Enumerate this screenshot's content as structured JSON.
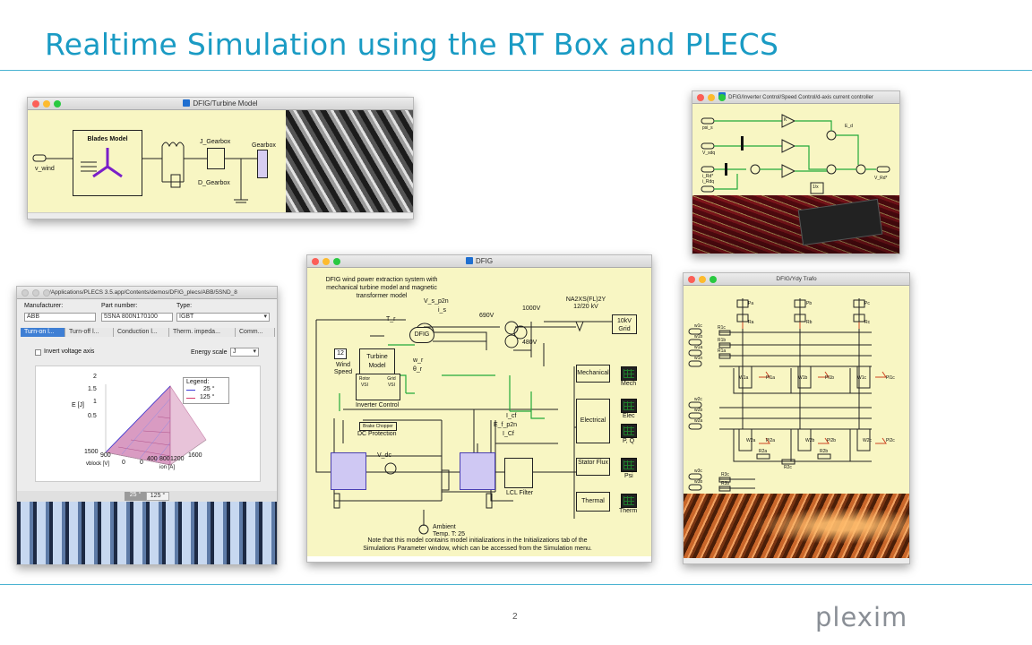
{
  "slide": {
    "title": "Realtime Simulation using the RT Box and PLECS",
    "page_number": "2",
    "logo": "plexim",
    "accent_color": "#1a9bc4"
  },
  "turbine_window": {
    "title": "DFIG/Turbine Model",
    "labels": {
      "v_wind": "v_wind",
      "blades_model": "Blades Model",
      "j_gearbox": "J_Gearbox",
      "gearbox": "Gearbox",
      "d_gearbox": "D_Gearbox"
    }
  },
  "controller_window": {
    "title": "DFIG/Inverter Control/Speed Control/d-axis current controller",
    "labels": {
      "psi_s": "psi_s",
      "v_sdq": "V_sdq",
      "i_rd": "i_Rd*",
      "i_rdq": "i_Rdq",
      "e_d": "E_d",
      "v_rd": "V_Rd*",
      "inv": "1/x",
      "gain": "K"
    }
  },
  "plecs_window": {
    "title": "/Applications/PLECS 3.5.app/Contents/demos/DFIG_plecs/ABB/5SND_8",
    "manufacturer_label": "Manufacturer:",
    "manufacturer_value": "ABB",
    "part_label": "Part number:",
    "part_value": "5SNA 800N170100",
    "type_label": "Type:",
    "type_value": "IGBT",
    "tabs": [
      "Turn-on l...",
      "Turn-off l...",
      "Conduction l...",
      "Therm. impeda...",
      "Comm..."
    ],
    "invert_label": "Invert voltage axis",
    "energy_scale_label": "Energy scale",
    "energy_scale_value": "J",
    "legend_title": "Legend:",
    "legend_items": [
      {
        "label": "25 °",
        "color": "#3a3ad6"
      },
      {
        "label": "125 °",
        "color": "#d63a6a"
      }
    ],
    "z_axis_label": "E [J]",
    "z_ticks": [
      "2",
      "1.5",
      "1",
      "0.5"
    ],
    "v_ticks": [
      "1500",
      "900",
      "0"
    ],
    "v_axis_label": "vblock [V]",
    "i_ticks": [
      "0",
      "400",
      "800",
      "1200",
      "1600"
    ],
    "i_axis_label": "ion [A]",
    "temp_buttons": [
      "25 °",
      "125 °"
    ]
  },
  "dfig_window": {
    "title": "DFIG",
    "description": "DFIG wind power extraction system with mechanical turbine model and magnetic transformer model",
    "labels": {
      "wind_speed_value": "12",
      "wind_speed": "Wind Speed",
      "turbine_model": "Turbine Model",
      "dfig": "DFIG",
      "w_r": "w_r",
      "theta_r": "θ_r",
      "t_r": "T_r",
      "v_s_p2n": "V_s_p2n",
      "i_s": "i_s",
      "v690": "690V",
      "v1000": "1000V",
      "v480": "480V",
      "cable": "NA2XS(FL)2Y 12/20 kV",
      "grid": "10kV Grid",
      "rotor_vsi": "Rotor VSI",
      "grid_vsi": "Grid VSI",
      "inverter_control": "Inverter Control",
      "brake_chopper": "Brake Chopper",
      "dc_protection": "DC Protection",
      "v_dc": "V_dc",
      "i_cf": "I_cf",
      "e_f_p2n": "E_f_p2n",
      "i_cf2": "I_Cf",
      "lcl_filter": "LCL Filter",
      "ambient": "Ambient Temp. T: 25",
      "note": "Note that this model contains model initializations in the Initializations tab of the Simulations Parameter window, which can be accessed from the Simulation menu."
    },
    "scopes": [
      {
        "box": "Mechanical",
        "label": "Mech"
      },
      {
        "box": "Electrical",
        "label": "Elec"
      },
      {
        "box": "",
        "label": "P, Q"
      },
      {
        "box": "Stator Flux",
        "label": "Psi"
      },
      {
        "box": "Thermal",
        "label": "Therm"
      }
    ]
  },
  "trafo_window": {
    "title": "DFIG/Ydy Trafo",
    "labels": {
      "pa": "Pa",
      "pb": "Pb",
      "pc": "Pc",
      "ra": "Ra",
      "rb": "Rb",
      "rc": "Rc",
      "w1c": "w1c",
      "w1b": "w1b",
      "w1a": "w1a",
      "w1n": "w1n",
      "w2c": "w2c",
      "w2b": "w2b",
      "w2a": "w2a",
      "w3c": "w3c",
      "w3b": "w3b",
      "r1c": "R1c",
      "r1b": "R1b",
      "r1a": "R1a",
      "w1a_core": "W1a",
      "w1b_core": "W1b",
      "w1c_core": "W1c",
      "pl1a": "Pl1a",
      "pl1b": "Pl1b",
      "pl1c": "Pl1c",
      "w2a_core": "W2a",
      "w2b_core": "W2b",
      "w2c_core": "W2c",
      "pl2a": "Pl2a",
      "pl2b": "Pl2b",
      "pl2c": "Pl2c",
      "r2a": "R2a",
      "r2b": "R2b",
      "r2c": "R2c",
      "r3c": "R3c",
      "r3b": "R3b"
    }
  }
}
